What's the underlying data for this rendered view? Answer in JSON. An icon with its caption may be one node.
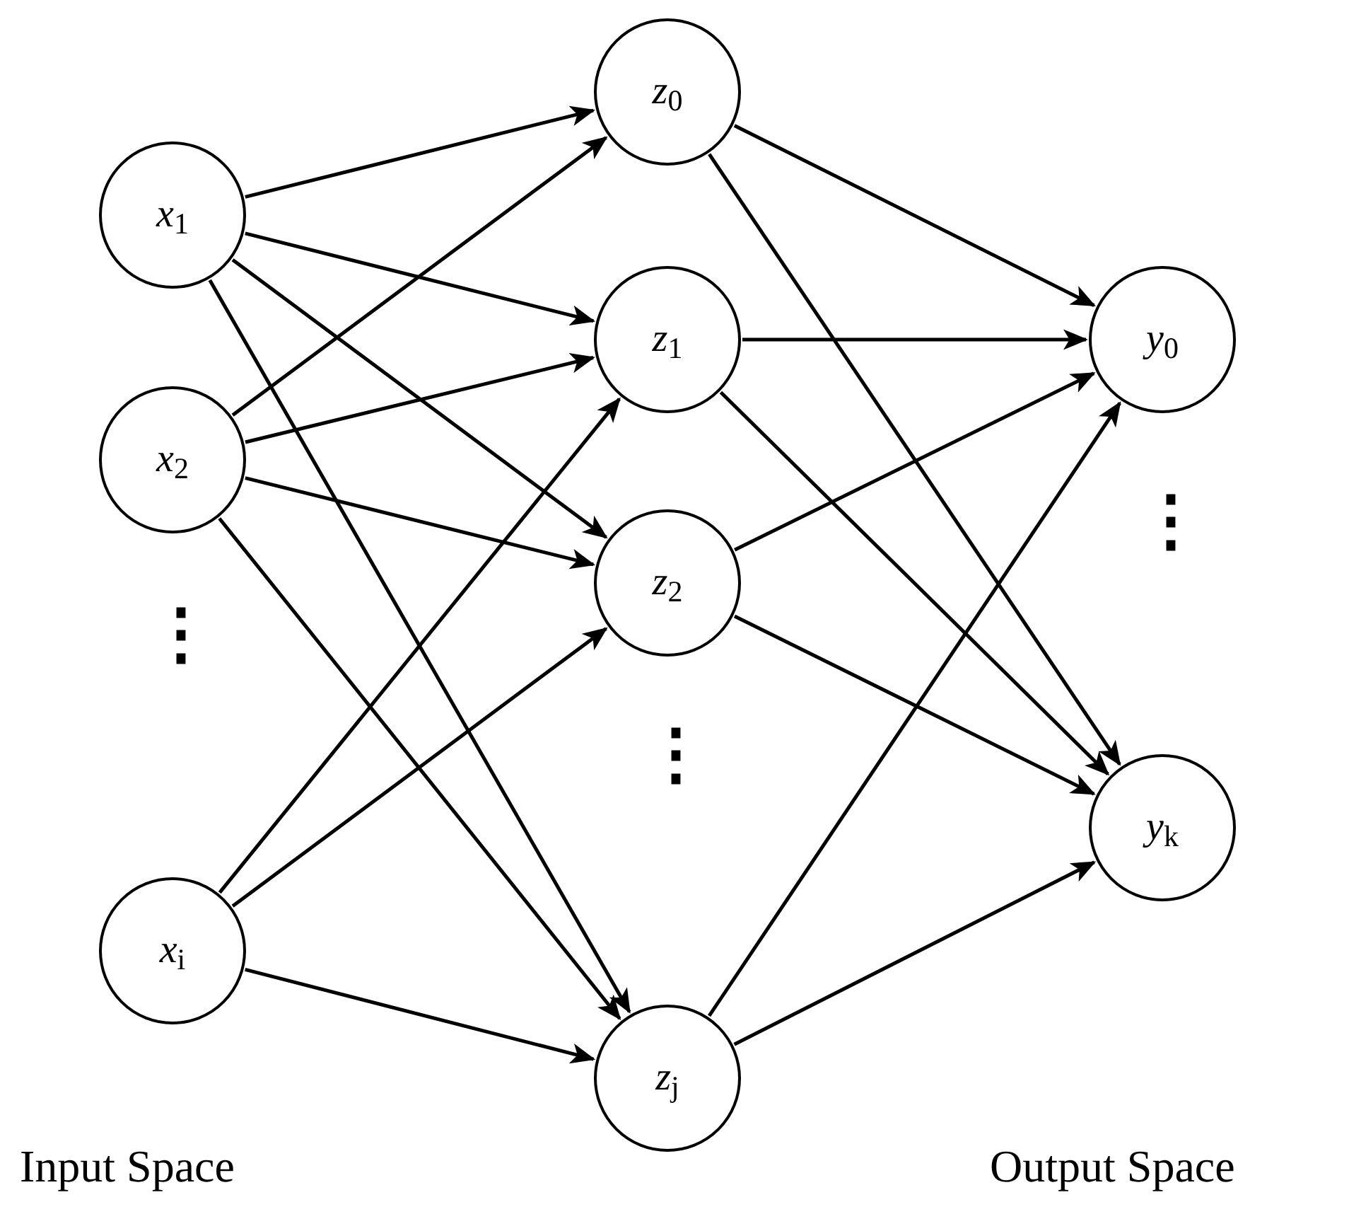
{
  "diagram": {
    "nodes": [
      {
        "text": [
          "*x*$_{1}$"
        ]
      },
      {
        "text": [
          "*x*$_{2}$"
        ]
      },
      {
        "text": [
          "*x*$_{i}$"
        ]
      },
      {
        "text": [
          "*z*$_{0}$"
        ]
      },
      {
        "text": [
          "*z*$_{1}$"
        ]
      },
      {
        "text": [
          "*z*$_{2}$"
        ]
      },
      {
        "text": [
          "*z*$_{j}$"
        ]
      },
      {
        "text": [
          "*y*$_{0}$"
        ]
      },
      {
        "text": [
          "*y*$_{k}$"
        ]
      }
    ],
    "edges": [
      {
        "from": 0,
        "to": 3,
        "arrow": "to"
      },
      {
        "from": 0,
        "to": 4,
        "arrow": "to"
      },
      {
        "from": 0,
        "to": 5,
        "arrow": "to"
      },
      {
        "from": 0,
        "to": 6,
        "arrow": "to"
      },
      {
        "from": 1,
        "to": 3,
        "arrow": "to"
      },
      {
        "from": 1,
        "to": 4,
        "arrow": "to"
      },
      {
        "from": 1,
        "to": 5,
        "arrow": "to"
      },
      {
        "from": 1,
        "to": 6,
        "arrow": "to"
      },
      {
        "from": 2,
        "to": 4,
        "arrow": "to"
      },
      {
        "from": 2,
        "to": 5,
        "arrow": "to"
      },
      {
        "from": 2,
        "to": 6,
        "arrow": "to"
      },
      {
        "from": 3,
        "to": 7,
        "arrow": "to"
      },
      {
        "from": 3,
        "to": 8,
        "arrow": "to"
      },
      {
        "from": 4,
        "to": 7,
        "arrow": "to"
      },
      {
        "from": 4,
        "to": 8,
        "arrow": "to"
      },
      {
        "from": 5,
        "to": 7,
        "arrow": "to"
      },
      {
        "from": 5,
        "to": 8,
        "arrow": "to"
      },
      {
        "from": 6,
        "to": 7,
        "arrow": "to"
      },
      {
        "from": 6,
        "to": 8,
        "arrow": "to"
      }
    ],
    "labels": [
      "⋮",
      "⋮",
      "⋮",
      "Input Space",
      "Output Space"
    ]
  }
}
